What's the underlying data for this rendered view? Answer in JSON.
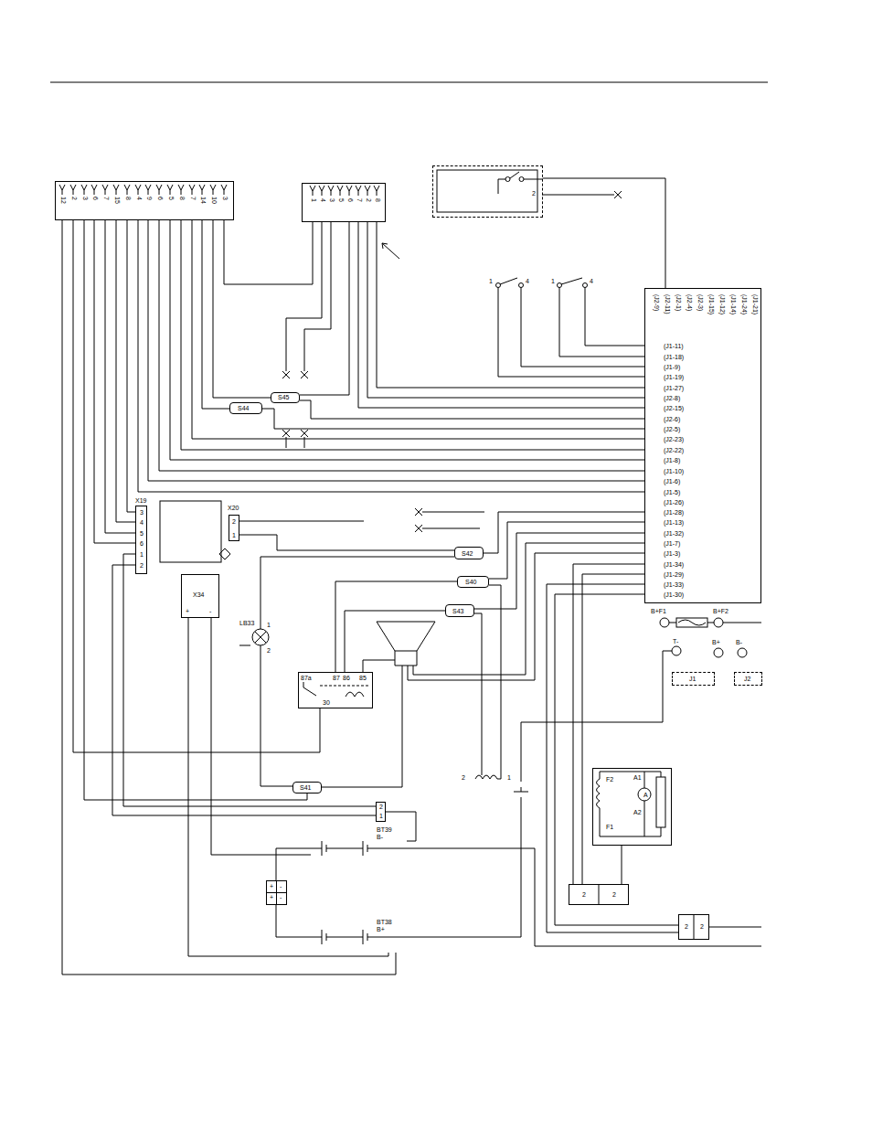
{
  "diagram": {
    "nodes": [
      {
        "text": [
          "12",
          "2",
          "3",
          "6",
          "7",
          "15",
          "8",
          "4",
          "9",
          "6",
          "5",
          "8",
          "7",
          "14",
          "10",
          "3"
        ]
      },
      {
        "text": [
          "1",
          "4",
          "3",
          "5",
          "6",
          "7",
          "2",
          "8"
        ]
      },
      {
        "text": [
          "2"
        ]
      },
      {
        "text": [
          "1",
          "4"
        ]
      },
      {
        "text": [
          "1",
          "4"
        ]
      },
      {
        "text": [
          "S44"
        ]
      },
      {
        "text": [
          "S45"
        ]
      },
      {
        "text": [
          "(J2-9)",
          "(J2-11)",
          "(J2-1)",
          "(J2-4)",
          "(J2-3)",
          "(J1-15)",
          "(J1-12)",
          "(J1-14)",
          "(J1-24)",
          "(J1-21)",
          "(J1-11)",
          "(J1-18)",
          "(J1-9)",
          "(J1-19)",
          "(J1-27)",
          "(J2-8)",
          "(J2-15)",
          "(J2-6)",
          "(J2-5)",
          "(J2-23)",
          "(J2-22)",
          "(J1-8)",
          "(J1-10)",
          "(J1-6)",
          "(J1-5)",
          "(J1-26)",
          "(J1-28)",
          "(J1-13)",
          "(J1-32)",
          "(J1-7)",
          "(J1-3)",
          "(J1-34)",
          "(J1-29)",
          "(J1-33)",
          "(J1-30)"
        ]
      },
      {
        "text": [
          "X19",
          "3",
          "4",
          "5",
          "6",
          "1",
          "2"
        ]
      },
      {
        "text": [
          "X20",
          "2",
          "1"
        ]
      },
      {
        "text": [
          "X34",
          "+",
          "-"
        ]
      },
      {
        "text": [
          "LB33",
          "1",
          "2"
        ]
      },
      {
        "text": [
          "S42"
        ]
      },
      {
        "text": [
          "S40"
        ]
      },
      {
        "text": [
          "S43"
        ]
      },
      {
        "text": [
          "87a",
          "87",
          "86",
          "85",
          "30"
        ]
      },
      {
        "text": [
          "S41"
        ]
      },
      {
        "text": [
          "2",
          "1"
        ]
      },
      {
        "text": [
          "BT39",
          "B-"
        ]
      },
      {
        "text": [
          "BT38",
          "B+"
        ]
      },
      {
        "text": [
          "F2",
          "A1",
          "A",
          "A2",
          "F1"
        ]
      },
      {
        "text": [
          "2",
          "2"
        ]
      },
      {
        "text": [
          "2",
          "2"
        ]
      },
      {
        "text": [
          "2",
          "1"
        ]
      },
      {
        "text": [
          "+",
          "-",
          "+",
          "-"
        ]
      },
      {
        "text": [
          "J1"
        ]
      },
      {
        "text": [
          "J2"
        ]
      }
    ],
    "edges": [
      {
        "from": 2,
        "to": 7,
        "arrow": "none"
      },
      {
        "from": 4,
        "to": 7,
        "arrow": "none"
      },
      {
        "from": 4,
        "to": 7,
        "arrow": "none"
      },
      {
        "from": 3,
        "to": 7,
        "arrow": "none"
      },
      {
        "from": 3,
        "to": 7,
        "arrow": "none"
      },
      {
        "from": 1,
        "to": 7,
        "arrow": "none"
      },
      {
        "from": 1,
        "to": 7,
        "arrow": "none"
      },
      {
        "from": 1,
        "to": 7,
        "arrow": "none"
      },
      {
        "from": 1,
        "to": 6,
        "arrow": "none"
      },
      {
        "from": 6,
        "to": 7,
        "arrow": "none"
      },
      {
        "from": 0,
        "to": 6,
        "arrow": "none"
      },
      {
        "from": 0,
        "to": 5,
        "arrow": "none"
      },
      {
        "from": 5,
        "to": 7,
        "arrow": "none"
      },
      {
        "from": 0,
        "to": 7,
        "arrow": "none"
      },
      {
        "from": 0,
        "to": 7,
        "arrow": "none"
      },
      {
        "from": 0,
        "to": 7,
        "arrow": "none"
      },
      {
        "from": 0,
        "to": 7,
        "arrow": "none"
      },
      {
        "from": 0,
        "to": 7,
        "arrow": "none"
      },
      {
        "from": 0,
        "to": 7,
        "arrow": "none"
      },
      {
        "from": 0,
        "to": 8,
        "arrow": "none"
      },
      {
        "from": 0,
        "to": 8,
        "arrow": "none"
      },
      {
        "from": 0,
        "to": 8,
        "arrow": "none"
      },
      {
        "from": 0,
        "to": 8,
        "arrow": "none"
      },
      {
        "from": 8,
        "to": 17,
        "arrow": "none"
      },
      {
        "from": 8,
        "to": 17,
        "arrow": "none"
      },
      {
        "from": 0,
        "to": 16,
        "arrow": "none"
      },
      {
        "from": 0,
        "to": 15,
        "arrow": "none"
      },
      {
        "from": 0,
        "to": 19,
        "arrow": "none"
      },
      {
        "from": 0,
        "to": 1,
        "arrow": "none"
      },
      {
        "from": 9,
        "to": 12,
        "arrow": "none"
      },
      {
        "from": 11,
        "to": 12,
        "arrow": "none"
      },
      {
        "from": 11,
        "to": 16,
        "arrow": "none"
      },
      {
        "from": 15,
        "to": 13,
        "arrow": "none"
      },
      {
        "from": 15,
        "to": 14,
        "arrow": "none"
      },
      {
        "from": 12,
        "to": 7,
        "arrow": "none"
      },
      {
        "from": 13,
        "to": 7,
        "arrow": "none"
      },
      {
        "from": 14,
        "to": 7,
        "arrow": "none"
      },
      {
        "from": 13,
        "to": 23,
        "arrow": "none"
      },
      {
        "from": 14,
        "to": 23,
        "arrow": "none"
      },
      {
        "from": 7,
        "to": 21,
        "arrow": "none"
      },
      {
        "from": 7,
        "to": 21,
        "arrow": "none"
      },
      {
        "from": 7,
        "to": 22,
        "arrow": "none"
      },
      {
        "from": 7,
        "to": 22,
        "arrow": "none"
      },
      {
        "from": 20,
        "to": 21,
        "arrow": "none"
      },
      {
        "from": 18,
        "to": 24,
        "arrow": "none"
      },
      {
        "from": 24,
        "to": 19,
        "arrow": "none"
      },
      {
        "from": 10,
        "to": 19,
        "arrow": "none"
      },
      {
        "from": 10,
        "to": 18,
        "arrow": "none"
      },
      {
        "from": 17,
        "to": 18,
        "arrow": "none"
      }
    ],
    "labels": [
      "B+F1",
      "B+F2",
      "T-",
      "B+",
      "B-"
    ]
  }
}
